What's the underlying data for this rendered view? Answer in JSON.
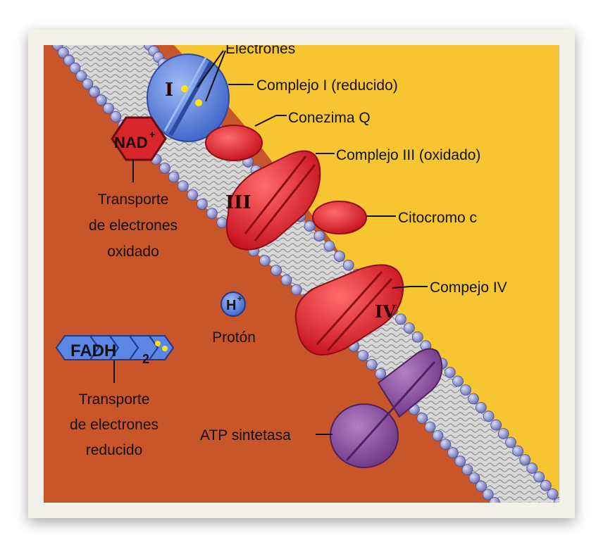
{
  "labels": {
    "electrones": "Electrones",
    "complejo_i": "Complejo I (reducido)",
    "coenzima_q": "Conezima Q",
    "complejo_iii": "Complejo III (oxidado)",
    "citocromo_c": "Citocromo c",
    "complejo_iv": "Compejo IV",
    "atp_sintetasa": "ATP sintetasa",
    "proton": "Protón",
    "nad_line1": "Transporte",
    "nad_line2": "de electrones",
    "nad_line3": "oxidado",
    "fadh_line1": "Transporte",
    "fadh_line2": "de electrones",
    "fadh_line3": "reducido"
  },
  "molecules": {
    "nad": "NAD",
    "nad_sup": "+",
    "fadh": "FADH",
    "fadh_sub": "2",
    "h": "H",
    "h_sup": "+"
  },
  "complex_numerals": {
    "i": "I",
    "iii": "III",
    "iv": "IV"
  },
  "colors": {
    "matrix": "#c9562a",
    "intermembrane": "#f7c531",
    "complex_red": "#e0202a",
    "complex_blue": "#5b86e6",
    "atp_purple": "#8b4c9c",
    "nad_red": "#d9252c",
    "fadh_blue": "#5b86e6"
  }
}
